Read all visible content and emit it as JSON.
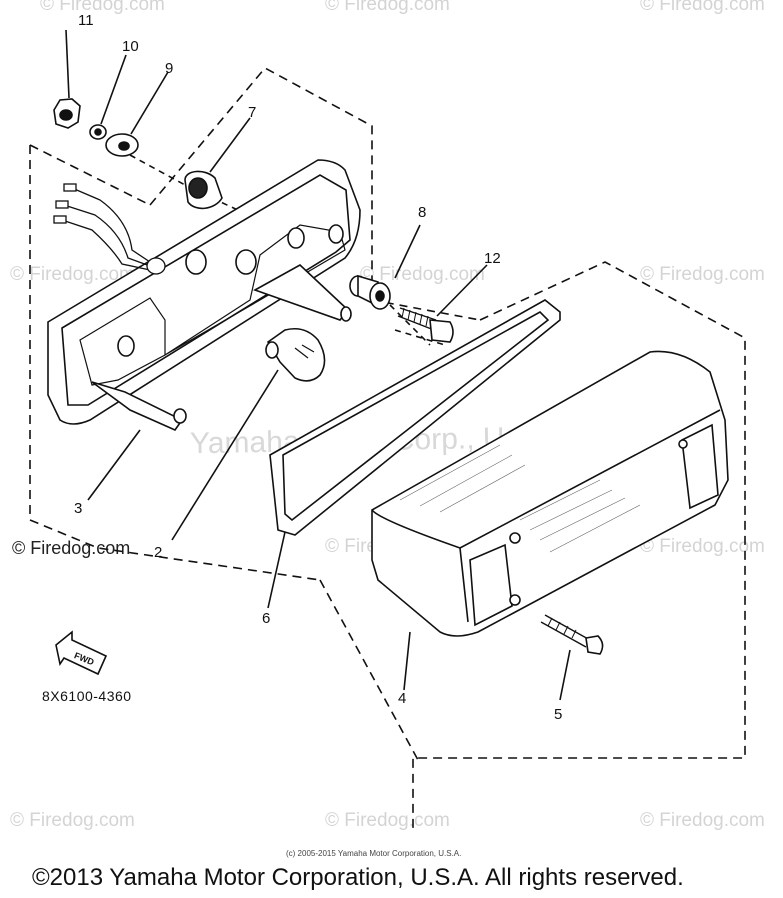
{
  "watermarks": [
    "© Firedog.com",
    "© Firedog.com",
    "© Firedog.com",
    "© Firedog.com",
    "© Firedog.com",
    "© Firedog.com",
    "© Firedog.com",
    "© Firedog.com",
    "© Firedog.com",
    "© Firedog.com",
    "© Firedog.com",
    "© Firedog.com"
  ],
  "center_watermark": "Yamaha Motor Corp., U.S.A.",
  "callouts": [
    "11",
    "10",
    "9",
    "7",
    "8",
    "12",
    "3",
    "2",
    "6",
    "4",
    "5"
  ],
  "fwd_label": "FWD",
  "part_code": "8X6100-4360",
  "small_copyright": "(c) 2005-2015 Yamaha Motor Corporation, U.S.A.",
  "copyright": "©2013 Yamaha Motor Corporation, U.S.A. All rights reserved."
}
